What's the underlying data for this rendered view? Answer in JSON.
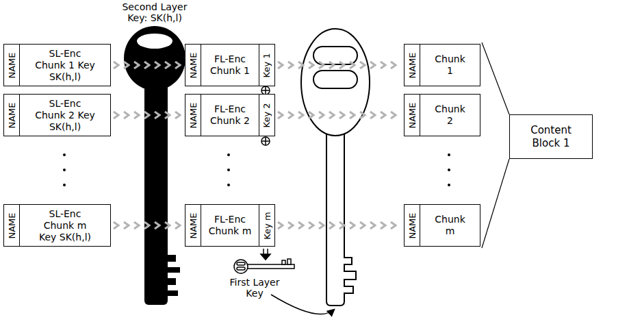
{
  "diagram": {
    "nodes": [
      {
        "text": [
          "NAME",
          "SL-Enc Chunk 1 Key SK(h,l)"
        ]
      },
      {
        "text": [
          "NAME",
          "FL-Enc Chunk 1",
          "Key 1"
        ]
      },
      {
        "text": [
          "NAME",
          "Chunk 1"
        ]
      },
      {
        "text": [
          "NAME",
          "SL-Enc Chunk 2 Key SK(h,l)"
        ]
      },
      {
        "text": [
          "NAME",
          "FL-Enc Chunk 2",
          "Key 2"
        ]
      },
      {
        "text": [
          "NAME",
          "Chunk 2"
        ]
      },
      {
        "text": [
          "NAME",
          "SL-Enc Chunk m Key SK(h,l)"
        ]
      },
      {
        "text": [
          "NAME",
          "FL-Enc Chunk m",
          "Key m"
        ]
      },
      {
        "text": [
          "NAME",
          "Chunk m"
        ]
      },
      {
        "text": [
          "Content Block 1"
        ]
      }
    ],
    "edges": [
      {
        "from": 0,
        "to": 1,
        "arrow": "to"
      },
      {
        "from": 1,
        "to": 2,
        "arrow": "to"
      },
      {
        "from": 3,
        "to": 4,
        "arrow": "to"
      },
      {
        "from": 4,
        "to": 5,
        "arrow": "to"
      },
      {
        "from": 6,
        "to": 7,
        "arrow": "to"
      },
      {
        "from": 7,
        "to": 8,
        "arrow": "to"
      }
    ],
    "labels": [
      "Second Layer Key: SK(h,l)",
      "First Layer Key"
    ]
  }
}
